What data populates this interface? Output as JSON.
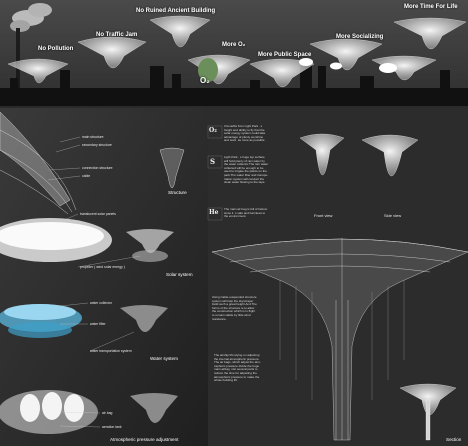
{
  "banner": {
    "labels": [
      "No Pollution",
      "No Traffic Jam",
      "No Ruined Ancient Building",
      "More O₂",
      "More Public Space",
      "More Socializing",
      "More Time For Life"
    ],
    "bubble_text": "O₂"
  },
  "structure_panel": {
    "callouts": [
      "main structure",
      "secondary structure",
      "connection structure",
      "cable"
    ],
    "caption": "Structure"
  },
  "solar_panel": {
    "callouts": [
      "translucent solar panels",
      "propeller ( wind solar energy )"
    ],
    "caption": "Solar system"
  },
  "water_panel": {
    "callouts": [
      "water collector",
      "water filter",
      "water transportation system"
    ],
    "caption": "Water system"
  },
  "pressure_panel": {
    "callouts": [
      "air bag",
      "aeration tank"
    ],
    "caption": "Atmospheric pressure adjustment"
  },
  "benefits": {
    "letters": [
      "O₂",
      "S",
      "He"
    ],
    "paragraphs": [
      "It benefits from Light Park . s\nheight and ability to fly that the\nsolar energy system could take\nadvantage of plenty sunshine\nand work  as more as possible",
      "Light Park . s huge top surface\nwill hold plenty of rain water by\nthe water collector.The rain water\ncollected will be enough to be\nused to irrigate the plants on the\npark.The water filter and transpo-\nrtation system will conduct the\nclean water flowing to the taps.",
      "The main air bag is full of helium\nsince it  s safe and harmless to\nthe environment."
    ]
  },
  "views": {
    "front": "Front view",
    "side": "Side view"
  },
  "notes": [
    "Using Cable-suspended structure\nsystem will help the skyscraper\nbuild such a great height.And The\nforms of the structure is to allow\nthe construction which is in flight\nto remain stable by little wind\nresistance.",
    "The airship lift relying on adjusting\nthe internal atmospheric pressure.\nThe air bags ,which adjust the atm-\nospheric pressure divide the huge\nmain airbag  into several parts to\nreduce the time for adjusting the\natmospheric pressure to make the\nwhole building lift."
  ],
  "section_label": "Section",
  "colors": {
    "sky": "#3a3a3a",
    "dark_panel": "#242424",
    "accent_blue": "#5ab8e0",
    "white": "#ffffff"
  }
}
